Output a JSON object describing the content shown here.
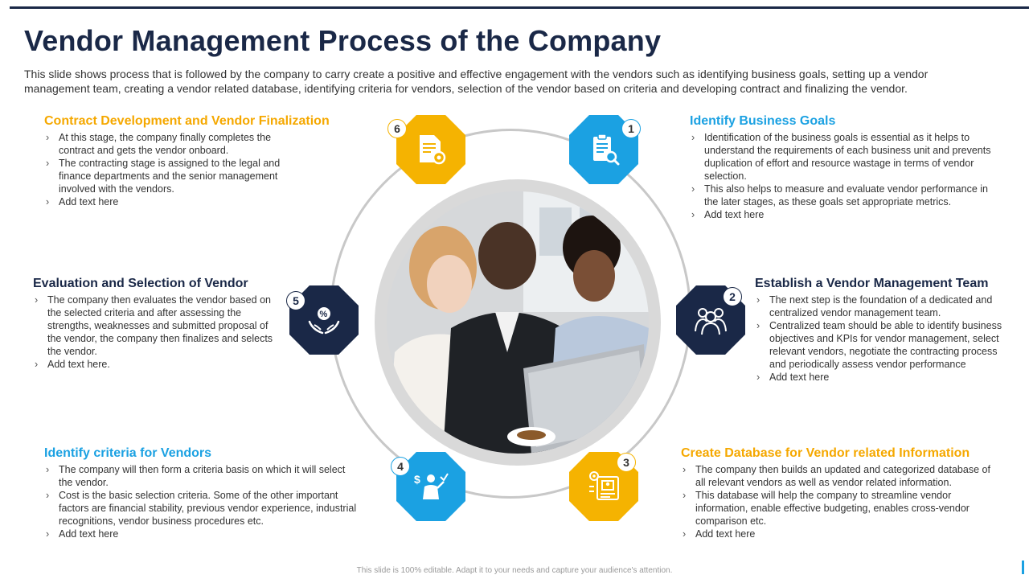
{
  "title": "Vendor Management Process of the Company",
  "subtitle": "This slide shows process that is followed by the company to carry create a positive and effective engagement with the vendors such as identifying business goals, setting up a vendor management team, creating a vendor related database, identifying criteria for vendors, selection of the vendor based on criteria and developing contract and finalizing the vendor.",
  "colors": {
    "navy": "#1a2847",
    "gold": "#f5b301",
    "blue": "#1ba1e2",
    "ring": "#c8c8c8"
  },
  "steps": [
    {
      "num": "1",
      "icon": "clipboard-search-icon",
      "color": "#1ba1e2",
      "heading": "Identify Business Goals",
      "bullets": [
        "Identification of the business goals is essential as it helps to understand the requirements of each business unit and prevents duplication of effort and resource wastage in terms of vendor selection.",
        "This also helps to measure and evaluate vendor performance in the later stages, as these goals set appropriate metrics.",
        "Add text here"
      ]
    },
    {
      "num": "2",
      "icon": "team-icon",
      "color": "#1a2847",
      "heading": "Establish a Vendor Management Team",
      "bullets": [
        "The next step is the foundation of a dedicated and centralized vendor management team.",
        "Centralized team should be able to identify business objectives and KPIs for vendor management, select relevant vendors, negotiate the contracting process and periodically assess vendor performance",
        "Add text here"
      ]
    },
    {
      "num": "3",
      "icon": "database-gear-icon",
      "color": "#f5b301",
      "heading": "Create Database for Vendor related Information",
      "bullets": [
        "The company then builds an updated and categorized database of all relevant vendors as well as vendor related information.",
        "This database will help the company to streamline vendor information, enable effective budgeting, enables cross-vendor comparison etc.",
        "Add text here"
      ]
    },
    {
      "num": "4",
      "icon": "criteria-person-icon",
      "color": "#1ba1e2",
      "heading": "Identify criteria for Vendors",
      "bullets": [
        "The company will then form a criteria basis on which it will select the vendor.",
        "Cost is the basic selection criteria. Some of the other important factors are financial stability, previous vendor experience, industrial recognitions, vendor business procedures etc.",
        "Add text here"
      ]
    },
    {
      "num": "5",
      "icon": "hands-percent-icon",
      "color": "#1a2847",
      "heading": "Evaluation and Selection of Vendor",
      "bullets": [
        "The company then evaluates the vendor based on the selected criteria and after assessing the strengths, weaknesses and submitted proposal of the vendor, the company then finalizes and selects the vendor.",
        "Add text here."
      ]
    },
    {
      "num": "6",
      "icon": "document-gear-icon",
      "color": "#f5b301",
      "heading": "Contract Development and Vendor Finalization",
      "bullets": [
        "At this stage, the company finally completes the contract and gets the vendor onboard.",
        "The contracting stage is assigned to the legal and finance departments and the senior management involved with the vendors.",
        "Add text here"
      ]
    }
  ],
  "footer": "This slide is 100% editable. Adapt it to your needs and capture your audience's attention."
}
